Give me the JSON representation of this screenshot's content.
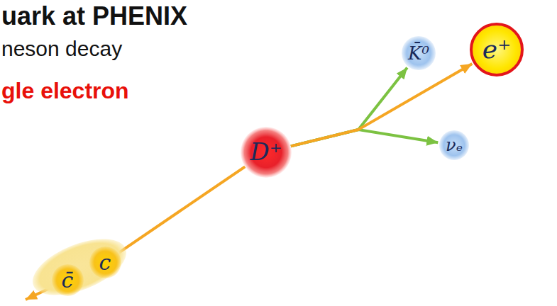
{
  "diagram": {
    "title": "uark at PHENIX",
    "nodes": [
      {
        "text": []
      },
      {
        "text": [
          "c̄"
        ],
        "in": 0
      },
      {
        "text": [
          "c"
        ],
        "in": 0
      },
      {
        "text": [
          "D⁺"
        ]
      },
      {
        "text": [
          "K̄⁰"
        ]
      },
      {
        "text": [
          "e⁺"
        ]
      },
      {
        "text": [
          "νₑ"
        ]
      }
    ],
    "edges": [
      {
        "from": 2,
        "to": 3,
        "arrow": "none"
      },
      {
        "from": 3,
        "to": 4,
        "arrow": "to"
      },
      {
        "from": 3,
        "to": 5,
        "arrow": "to"
      },
      {
        "from": 3,
        "to": 6,
        "arrow": "to"
      }
    ],
    "labels": [
      "neson decay",
      "gle electron"
    ]
  }
}
